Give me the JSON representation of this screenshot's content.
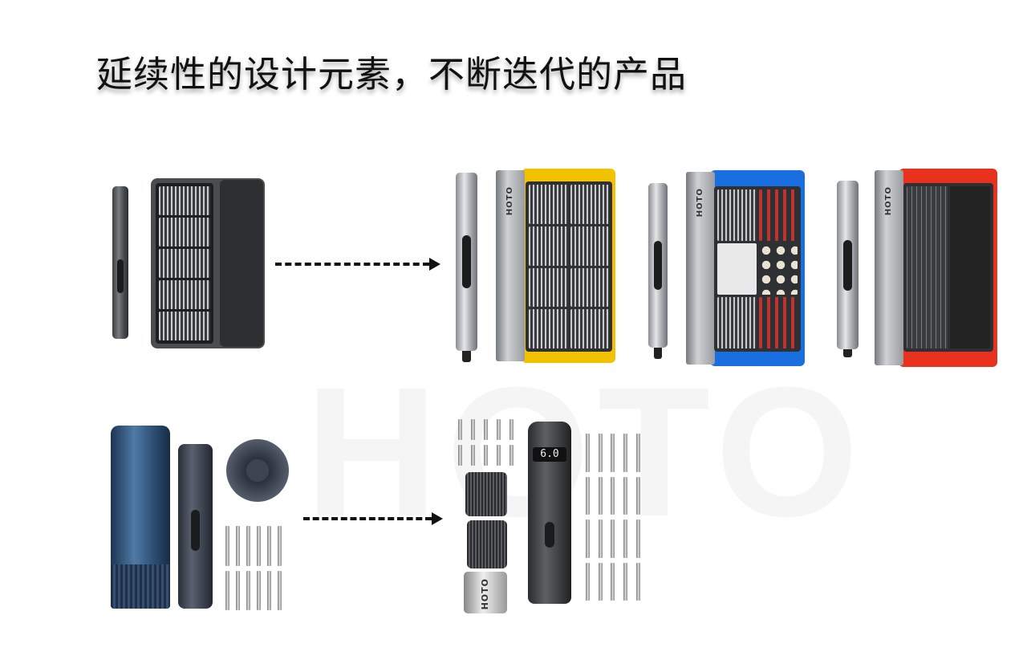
{
  "title": "延续性的设计元素，不断迭代的产品",
  "watermark": "HOTO",
  "brand_label": "HOTO",
  "display_reading": "6.0",
  "colors": {
    "yellow": "#f2c200",
    "blue": "#1a6fe0",
    "red": "#e8321e",
    "navy": "#2d4a6b"
  }
}
